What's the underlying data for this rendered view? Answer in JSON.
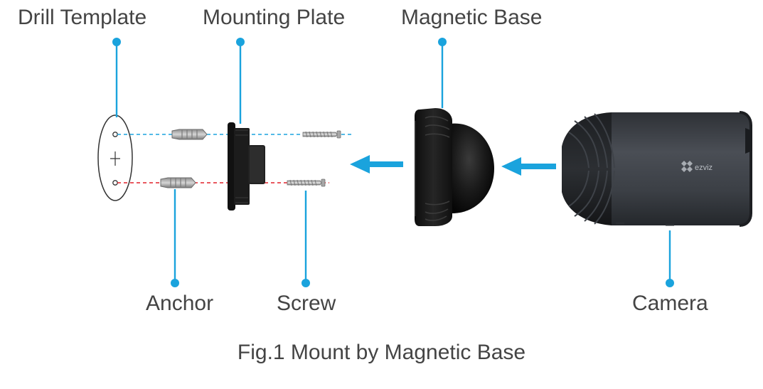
{
  "labels": {
    "drill_template": "Drill Template",
    "mounting_plate": "Mounting Plate",
    "magnetic_base": "Magnetic Base",
    "anchor": "Anchor",
    "screw": "Screw",
    "camera": "Camera"
  },
  "caption": "Fig.1 Mount by Magnetic Base",
  "camera_brand": "ezviz",
  "colors": {
    "callout": "#1aa3dd",
    "arrow": "#1aa3dd",
    "guide_top": "#1aa3dd",
    "guide_bottom": "#e0202a",
    "label_text": "#444444",
    "camera_body": "#3f4349",
    "base_shell": "#1b1b1b"
  }
}
